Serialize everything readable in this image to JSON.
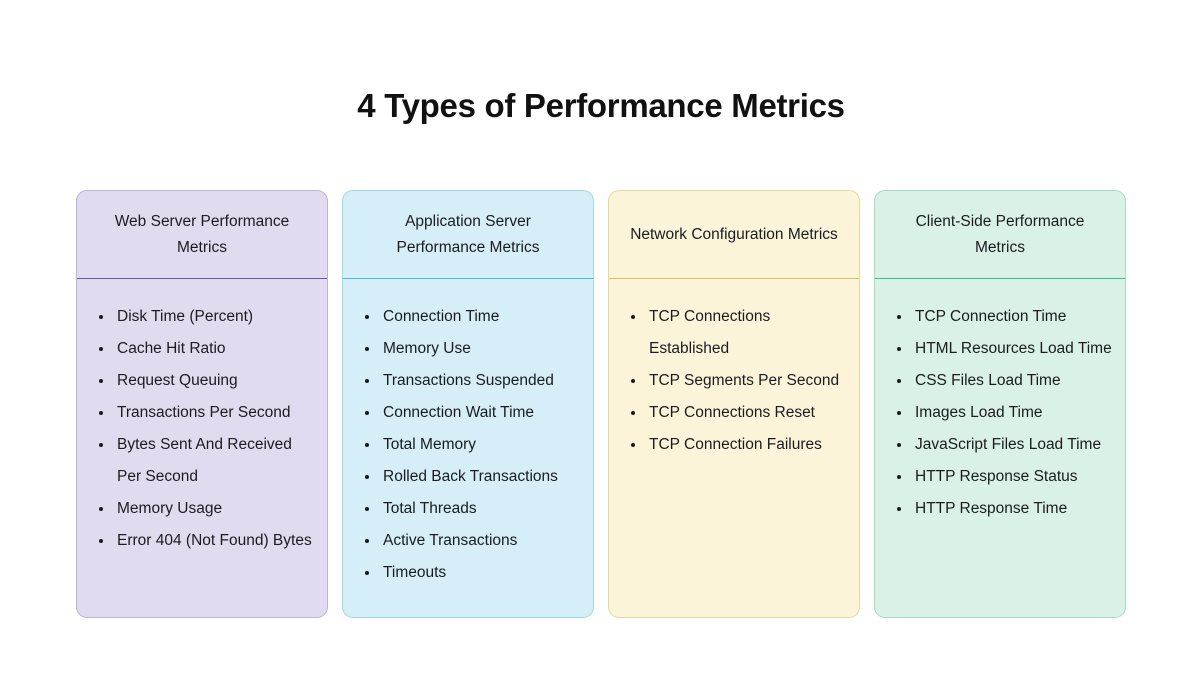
{
  "page": {
    "background": "#ffffff",
    "title": "4 Types of Performance Metrics",
    "text_color": "#1b1b20"
  },
  "cards": [
    {
      "id": "web-server-performance-metrics",
      "header": "Web Server Performance Metrics",
      "bg": "#e0dbee",
      "border": "#bdb2d9",
      "divider": "#6a55a8",
      "items": [
        "Disk Time (Percent)",
        "Cache Hit Ratio",
        "Request Queuing",
        "Transactions Per Second",
        "Bytes Sent And Received Per Second",
        "Memory Usage",
        "Error 404 (Not Found) Bytes"
      ]
    },
    {
      "id": "application-server-performance-metrics",
      "header": "Application Server Performance Metrics",
      "bg": "#d5eef8",
      "border": "#9fd8e6",
      "divider": "#3fc0d6",
      "items": [
        "Connection Time",
        "Memory Use",
        "Transactions Suspended",
        "Connection Wait Time",
        "Total Memory",
        "Rolled Back Transactions",
        "Total Threads",
        "Active Transactions",
        "Timeouts"
      ]
    },
    {
      "id": "network-configuration-metrics",
      "header": "Network Configuration Metrics",
      "bg": "#fbf4d9",
      "border": "#e4d99a",
      "divider": "#cdc55a",
      "items": [
        "TCP Connections Established",
        "TCP Segments Per Second",
        "TCP Connections Reset",
        "TCP Connection Failures"
      ]
    },
    {
      "id": "client-side-performance-metrics",
      "header": "Client-Side Performance Metrics",
      "bg": "#d9f1e6",
      "border": "#a4dcc3",
      "divider": "#35c28a",
      "items": [
        "TCP Connection Time",
        "HTML Resources Load Time",
        "CSS Files Load Time",
        "Images Load Time",
        "JavaScript Files Load Time",
        "HTTP Response Status",
        "HTTP Response Time"
      ]
    }
  ]
}
